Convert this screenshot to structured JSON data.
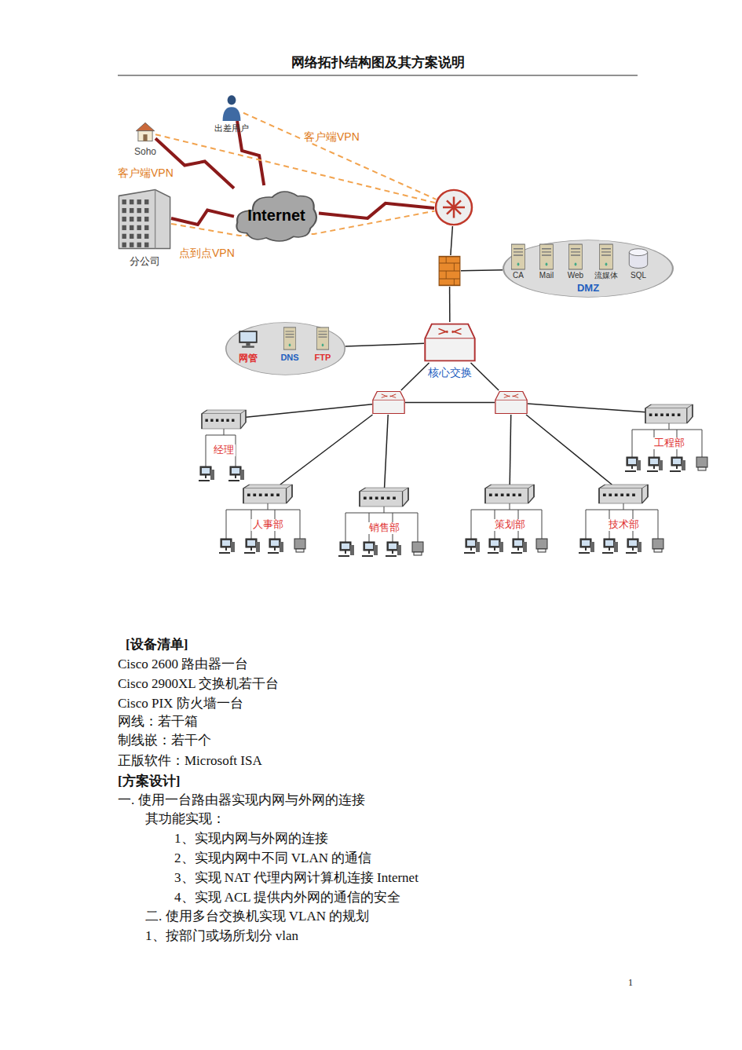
{
  "diagram": {
    "title": "网络拓扑结构图及其方案说明",
    "nodes": [
      {
        "text": [
          "出差用户"
        ]
      },
      {
        "text": [
          "Soho"
        ]
      },
      {
        "text": [
          "分公司"
        ]
      },
      {
        "text": [
          "Internet"
        ]
      },
      {
        "text": []
      },
      {
        "text": []
      },
      {
        "text": [
          "DMZ"
        ]
      },
      {
        "text": [
          "CA"
        ],
        "in": 6
      },
      {
        "text": [
          "Mail"
        ],
        "in": 6
      },
      {
        "text": [
          "Web"
        ],
        "in": 6
      },
      {
        "text": [
          "流媒体"
        ],
        "in": 6
      },
      {
        "text": [
          "SQL"
        ],
        "in": 6
      },
      {
        "text": []
      },
      {
        "text": [
          "网管"
        ],
        "in": 12
      },
      {
        "text": [
          "DNS"
        ],
        "in": 12
      },
      {
        "text": [
          "FTP"
        ],
        "in": 12
      },
      {
        "text": [
          "核心交换"
        ]
      },
      {
        "text": []
      },
      {
        "text": []
      },
      {
        "text": [
          "经理"
        ]
      },
      {
        "text": [
          "工程部"
        ]
      },
      {
        "text": [
          "人事部"
        ]
      },
      {
        "text": [
          "销售部"
        ]
      },
      {
        "text": [
          "策划部"
        ]
      },
      {
        "text": [
          "技术部"
        ]
      }
    ],
    "edges": [
      {
        "from": 0,
        "to": 3,
        "arrow": "none"
      },
      {
        "from": 1,
        "to": 3,
        "arrow": "none"
      },
      {
        "from": 2,
        "to": 3,
        "arrow": "none"
      },
      {
        "from": 3,
        "to": 4,
        "arrow": "none"
      },
      {
        "from": 1,
        "to": 4,
        "label": "客户端VPN",
        "arrow": "none"
      },
      {
        "from": 0,
        "to": 4,
        "label": "客户端VPN",
        "arrow": "none"
      },
      {
        "from": 2,
        "to": 4,
        "label": "点到点VPN",
        "arrow": "none"
      },
      {
        "from": 4,
        "to": 5,
        "arrow": "none"
      },
      {
        "from": 5,
        "to": 6,
        "arrow": "none"
      },
      {
        "from": 5,
        "to": 16,
        "arrow": "none"
      },
      {
        "from": 12,
        "to": 16,
        "arrow": "none"
      },
      {
        "from": 16,
        "to": 17,
        "arrow": "none"
      },
      {
        "from": 16,
        "to": 18,
        "arrow": "none"
      },
      {
        "from": 17,
        "to": 18,
        "arrow": "none"
      },
      {
        "from": 17,
        "to": 19,
        "arrow": "none"
      },
      {
        "from": 17,
        "to": 21,
        "arrow": "none"
      },
      {
        "from": 17,
        "to": 22,
        "arrow": "none"
      },
      {
        "from": 18,
        "to": 23,
        "arrow": "none"
      },
      {
        "from": 18,
        "to": 24,
        "arrow": "none"
      },
      {
        "from": 18,
        "to": 20,
        "arrow": "none"
      }
    ],
    "labels": [
      "[设备清单]",
      "Cisco 2600 路由器一台",
      "Cisco 2900XL 交换机若干台",
      "Cisco PIX 防火墙一台",
      "网线：若干箱",
      "制线嵌：若干个",
      "正版软件：Microsoft ISA",
      "[方案设计]",
      "一. 使用一台路由器实现内网与外网的连接",
      "其功能实现：",
      "1、实现内网与外网的连接",
      "2、实现内网中不同 VLAN 的通信",
      "3、实现 NAT 代理内网计算机连接 Internet",
      "4、实现 ACL 提供内外网的通信的安全",
      "二. 使用多台交换机实现 VLAN 的规划",
      "1、按部门或场所划分 vlan",
      "1"
    ]
  }
}
